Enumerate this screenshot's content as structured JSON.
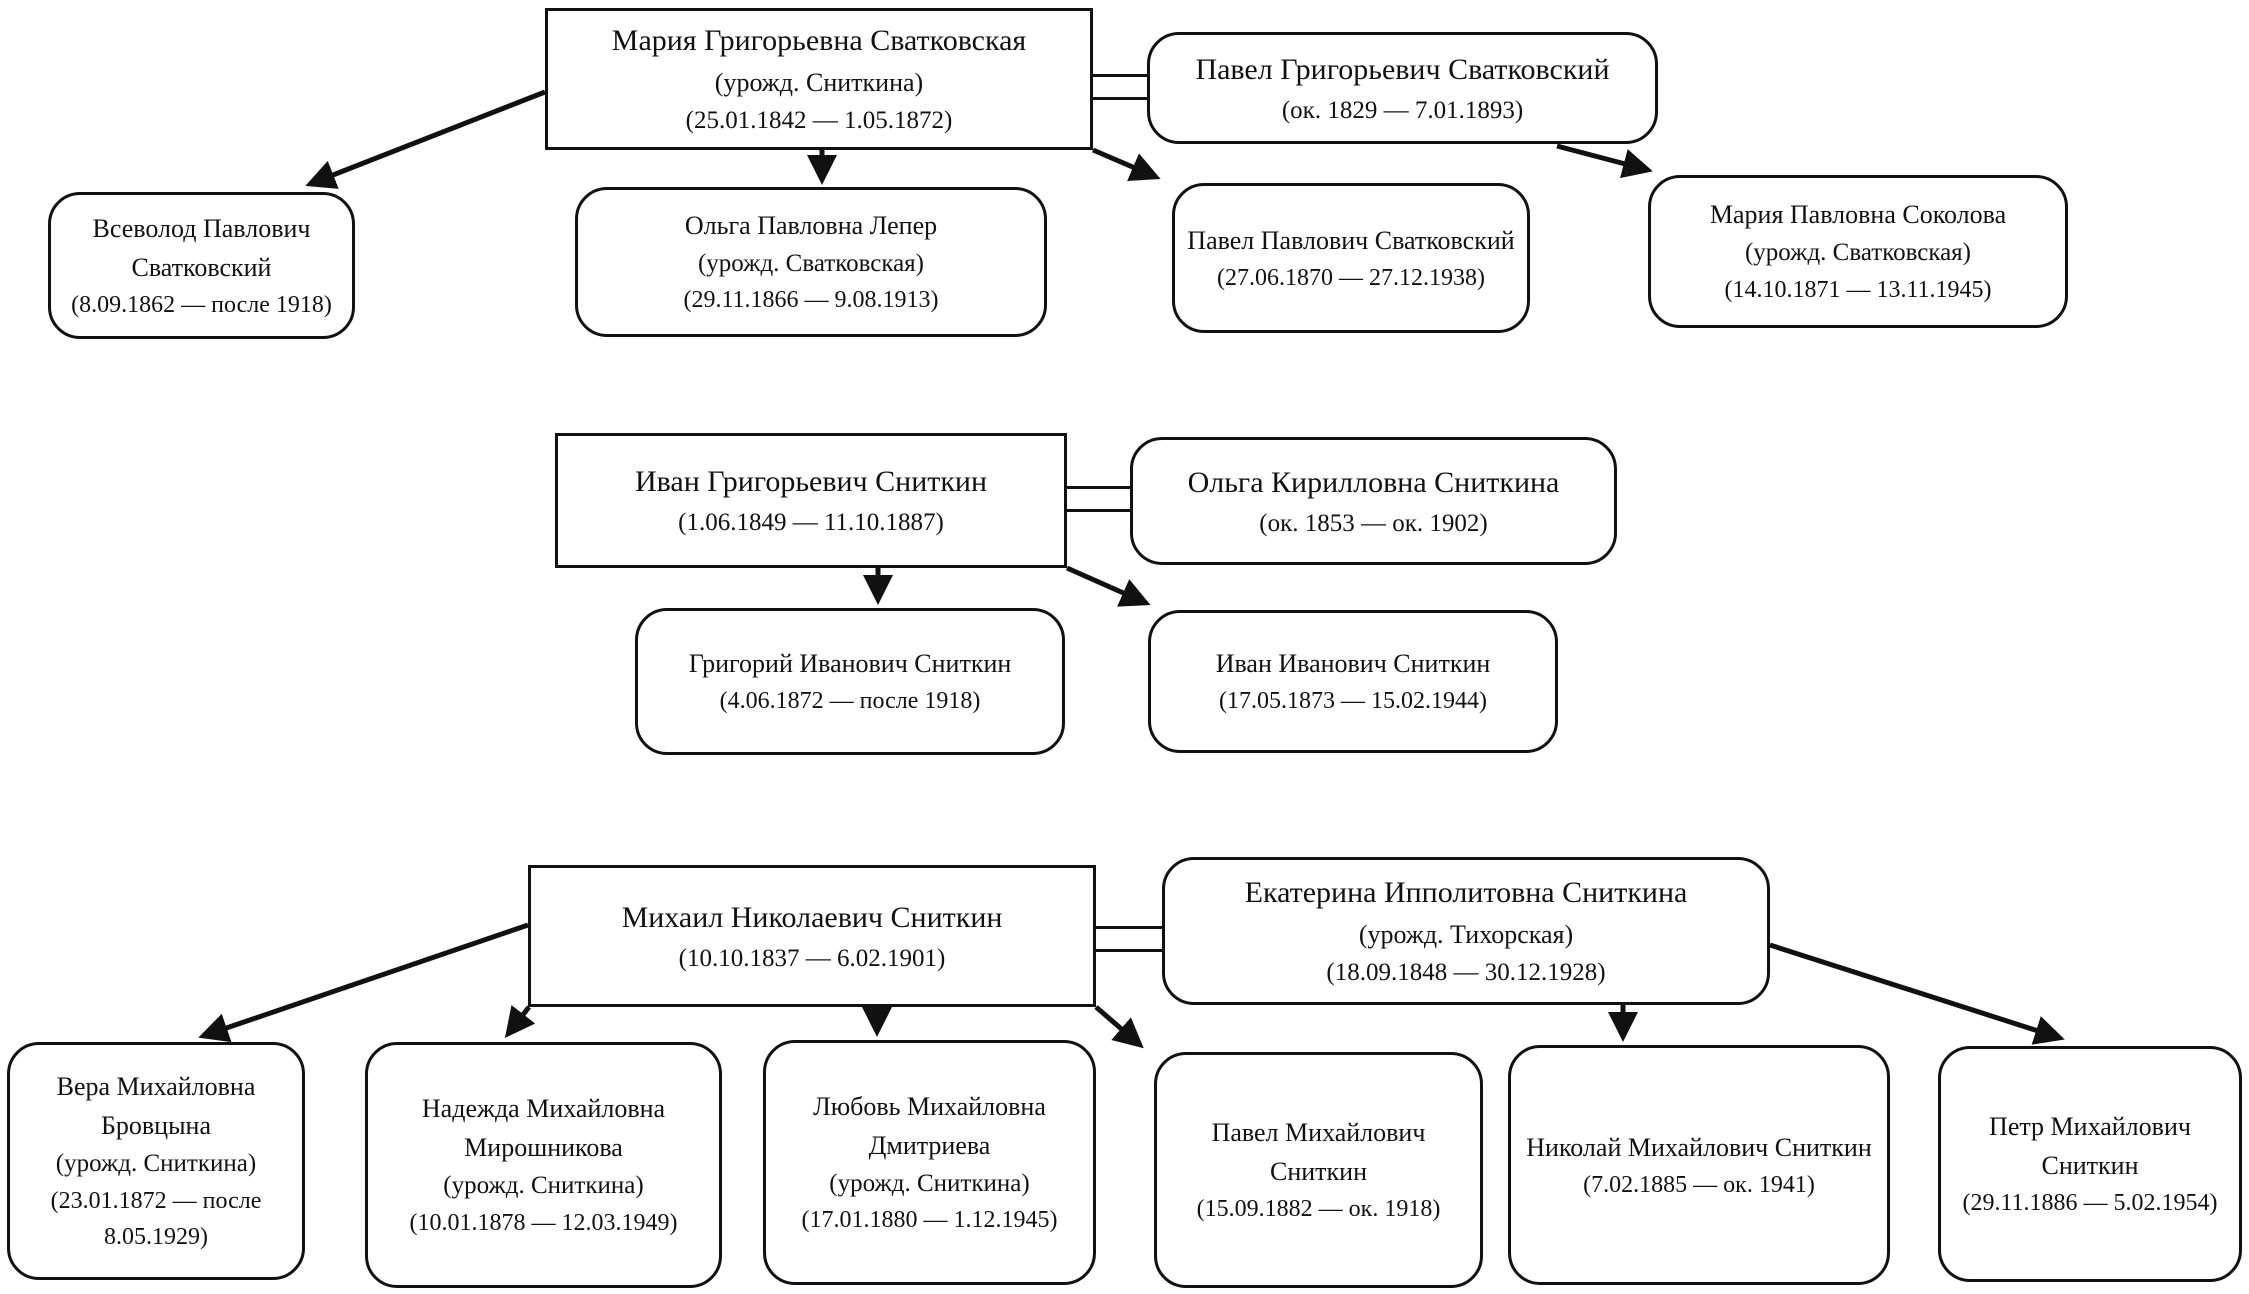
{
  "colors": {
    "line": "#111111",
    "background": "#ffffff",
    "text": "#111111"
  },
  "families": [
    {
      "id": "svatkovsky",
      "mother": {
        "name": "Мария Григорьевна Сватковская",
        "nee": "(урожд. Сниткина)",
        "dates": "(25.01.1842 — 1.05.1872)"
      },
      "father": {
        "name": "Павел Григорьевич Сватковский",
        "dates": "(ок. 1829 — 7.01.1893)"
      },
      "children": [
        {
          "name": "Всеволод Павлович Сватковский",
          "dates": "(8.09.1862 — после 1918)"
        },
        {
          "name": "Ольга Павловна Лепер",
          "nee": "(урожд. Сватковская)",
          "dates": "(29.11.1866 — 9.08.1913)"
        },
        {
          "name": "Павел Павлович Сватковский",
          "dates": "(27.06.1870 — 27.12.1938)"
        },
        {
          "name": "Мария Павловна Соколова",
          "nee": "(урожд. Сватковская)",
          "dates": "(14.10.1871 — 13.11.1945)"
        }
      ]
    },
    {
      "id": "snitkin-ivan",
      "father": {
        "name": "Иван Григорьевич Сниткин",
        "dates": "(1.06.1849 — 11.10.1887)"
      },
      "mother": {
        "name": "Ольга Кирилловна Сниткина",
        "dates": "(ок. 1853 — ок. 1902)"
      },
      "children": [
        {
          "name": "Григорий Иванович Сниткин",
          "dates": "(4.06.1872 — после 1918)"
        },
        {
          "name": "Иван Иванович Сниткин",
          "dates": "(17.05.1873 — 15.02.1944)"
        }
      ]
    },
    {
      "id": "snitkin-mikhail",
      "father": {
        "name": "Михаил Николаевич Сниткин",
        "dates": "(10.10.1837 — 6.02.1901)"
      },
      "mother": {
        "name": "Екатерина Ипполитовна Сниткина",
        "nee": "(урожд. Тихорская)",
        "dates": "(18.09.1848 — 30.12.1928)"
      },
      "children": [
        {
          "name": "Вера Михайловна Бровцына",
          "nee": "(урожд. Сниткина)",
          "dates": "(23.01.1872 — после 8.05.1929)"
        },
        {
          "name": "Надежда Михайловна Мирошникова",
          "nee": "(урожд. Сниткина)",
          "dates": "(10.01.1878 — 12.03.1949)"
        },
        {
          "name": "Любовь Михайловна Дмитриева",
          "nee": "(урожд. Сниткина)",
          "dates": "(17.01.1880 — 1.12.1945)"
        },
        {
          "name": "Павел Михайлович Сниткин",
          "dates": "(15.09.1882 — ок. 1918)"
        },
        {
          "name": "Николай Михайлович Сниткин",
          "dates": "(7.02.1885 — ок. 1941)"
        },
        {
          "name": "Петр Михайлович Сниткин",
          "dates": "(29.11.1886 — 5.02.1954)"
        }
      ]
    }
  ]
}
